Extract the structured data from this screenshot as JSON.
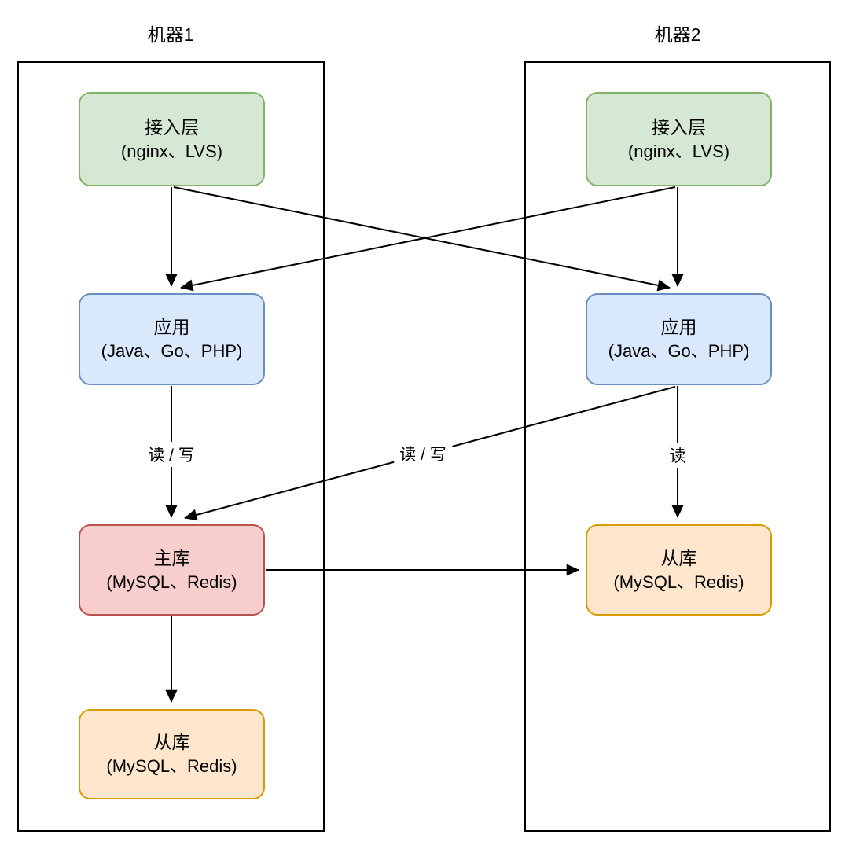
{
  "page": {
    "background": "#ffffff"
  },
  "machines": [
    {
      "id": "machine-1",
      "label": "机器1"
    },
    {
      "id": "machine-2",
      "label": "机器2"
    }
  ],
  "nodes": [
    {
      "id": "m1-access-layer",
      "machine": "机器1",
      "title": "接入层",
      "subtitle": "(nginx、LVS)",
      "fill": "#d5e8d4",
      "stroke": "#82b366"
    },
    {
      "id": "m1-app",
      "machine": "机器1",
      "title": "应用",
      "subtitle": "(Java、Go、PHP)",
      "fill": "#dae8fc",
      "stroke": "#6c8ebf"
    },
    {
      "id": "m1-master-db",
      "machine": "机器1",
      "title": "主库",
      "subtitle": "(MySQL、Redis)",
      "fill": "#f8cecc",
      "stroke": "#b85450"
    },
    {
      "id": "m1-slave-db",
      "machine": "机器1",
      "title": "从库",
      "subtitle": "(MySQL、Redis)",
      "fill": "#ffe6cc",
      "stroke": "#d79b00"
    },
    {
      "id": "m2-access-layer",
      "machine": "机器2",
      "title": "接入层",
      "subtitle": "(nginx、LVS)",
      "fill": "#d5e8d4",
      "stroke": "#82b366"
    },
    {
      "id": "m2-app",
      "machine": "机器2",
      "title": "应用",
      "subtitle": "(Java、Go、PHP)",
      "fill": "#dae8fc",
      "stroke": "#6c8ebf"
    },
    {
      "id": "m2-slave-db",
      "machine": "机器2",
      "title": "从库",
      "subtitle": "(MySQL、Redis)",
      "fill": "#ffe6cc",
      "stroke": "#d79b00"
    }
  ],
  "edges": [
    {
      "from": "m1-access-layer",
      "to": "m1-app",
      "label": ""
    },
    {
      "from": "m1-access-layer",
      "to": "m2-app",
      "label": ""
    },
    {
      "from": "m2-access-layer",
      "to": "m2-app",
      "label": ""
    },
    {
      "from": "m2-access-layer",
      "to": "m1-app",
      "label": ""
    },
    {
      "from": "m1-app",
      "to": "m1-master-db",
      "label": "读 / 写"
    },
    {
      "from": "m2-app",
      "to": "m1-master-db",
      "label": "读 / 写"
    },
    {
      "from": "m2-app",
      "to": "m2-slave-db",
      "label": "读"
    },
    {
      "from": "m1-master-db",
      "to": "m2-slave-db",
      "label": ""
    },
    {
      "from": "m1-master-db",
      "to": "m1-slave-db",
      "label": ""
    }
  ],
  "colors": {
    "edge": "#000000",
    "frame": "#000000",
    "text": "#000000",
    "green_fill": "#d5e8d4",
    "green_stroke": "#82b366",
    "blue_fill": "#dae8fc",
    "blue_stroke": "#6c8ebf",
    "red_fill": "#f8cecc",
    "red_stroke": "#b85450",
    "orange_fill": "#ffe6cc",
    "orange_stroke": "#d79b00"
  }
}
